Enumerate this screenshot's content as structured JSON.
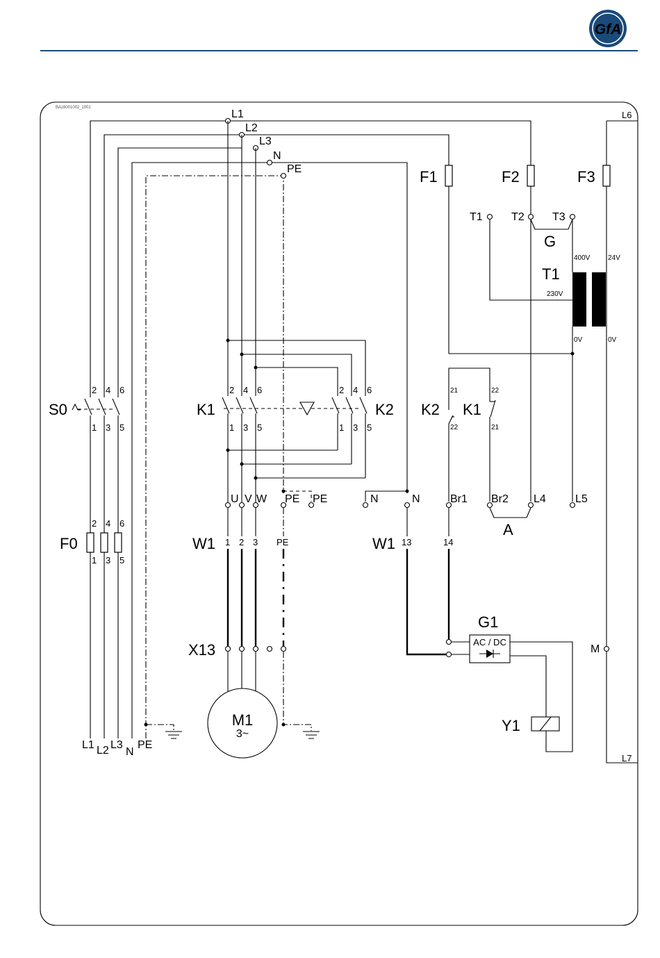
{
  "header": {
    "logo_text": "GfA",
    "brand_color": "#1a4a7a"
  },
  "drawing_ref": "BAz8001002_z001",
  "supply": {
    "L1": "L1",
    "L2": "L2",
    "L3": "L3",
    "N": "N",
    "PE": "PE"
  },
  "fuses": {
    "F0": "F0",
    "F1": "F1",
    "F2": "F2",
    "F3": "F3"
  },
  "switches": {
    "S0": "S0",
    "K1": "K1",
    "K2": "K2"
  },
  "pins": {
    "p1": "1",
    "p2": "2",
    "p3": "3",
    "p4": "4",
    "p5": "5",
    "p6": "6",
    "p21": "21",
    "p22": "22",
    "p13": "13",
    "p14": "14"
  },
  "terminals": {
    "U": "U",
    "V": "V",
    "W": "W",
    "PE": "PE",
    "N": "N",
    "Br1": "Br1",
    "Br2": "Br2",
    "L4": "L4",
    "L5": "L5",
    "L6": "L6",
    "L7": "L7",
    "T1": "T1",
    "T2": "T2",
    "T3": "T3",
    "M": "M",
    "bottom_L1": "L1",
    "bottom_L2": "L2",
    "bottom_L3": "L3",
    "bottom_N": "N",
    "bottom_PE": "PE"
  },
  "labels": {
    "G": "G",
    "A": "A",
    "T1": "T1",
    "W1": "W1",
    "X13": "X13",
    "G1": "G1",
    "Y1": "Y1",
    "M1": "M1",
    "M1_sub": "3~",
    "acdc": "AC / DC",
    "v400": "400V",
    "v230": "230V",
    "v24": "24V",
    "v0a": "0V",
    "v0b": "0V"
  }
}
